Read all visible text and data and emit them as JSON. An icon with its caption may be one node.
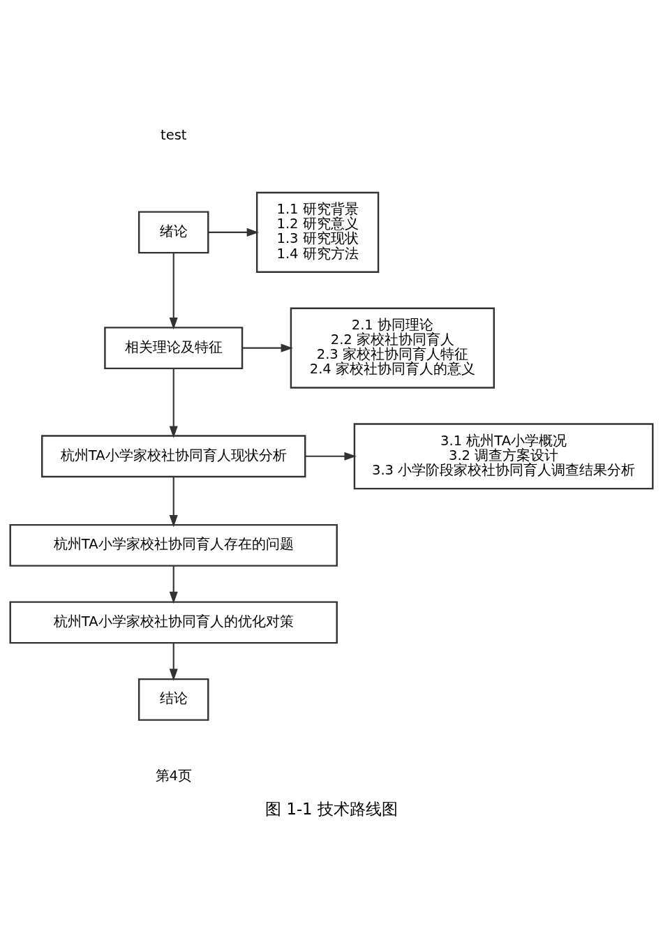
{
  "diagram": {
    "caption": "图 1-1 技术路线图",
    "nodes": [
      {
        "text": [
          "绪论"
        ]
      },
      {
        "text": [
          "1.1 研究背景",
          "1.2 研究意义",
          "1.3 研究现状",
          "1.4 研究方法"
        ]
      },
      {
        "text": [
          "相关理论及特征"
        ]
      },
      {
        "text": [
          "2.1 协同理论",
          "2.2 家校社协同育人",
          "2.3 家校社协同育人特征",
          "2.4 家校社协同育人的意义"
        ]
      },
      {
        "text": [
          "杭州TA小学家校社协同育人现状分析"
        ]
      },
      {
        "text": [
          "3.1 杭州TA小学概况",
          "3.2 调查方案设计",
          "3.3 小学阶段家校社协同育人调查结果分析"
        ]
      },
      {
        "text": [
          "杭州TA小学家校社协同育人存在的问题"
        ]
      },
      {
        "text": [
          "杭州TA小学家校社协同育人的优化对策"
        ]
      },
      {
        "text": [
          "结论"
        ]
      }
    ],
    "edges": [
      {
        "from": 0,
        "to": 1,
        "arrow": "to"
      },
      {
        "from": 0,
        "to": 2,
        "arrow": "to"
      },
      {
        "from": 2,
        "to": 3,
        "arrow": "to"
      },
      {
        "from": 2,
        "to": 4,
        "arrow": "to"
      },
      {
        "from": 4,
        "to": 5,
        "arrow": "to"
      },
      {
        "from": 4,
        "to": 6,
        "arrow": "to"
      },
      {
        "from": 6,
        "to": 7,
        "arrow": "to"
      },
      {
        "from": 7,
        "to": 8,
        "arrow": "to"
      }
    ],
    "labels": [
      "test",
      "第4页"
    ]
  }
}
